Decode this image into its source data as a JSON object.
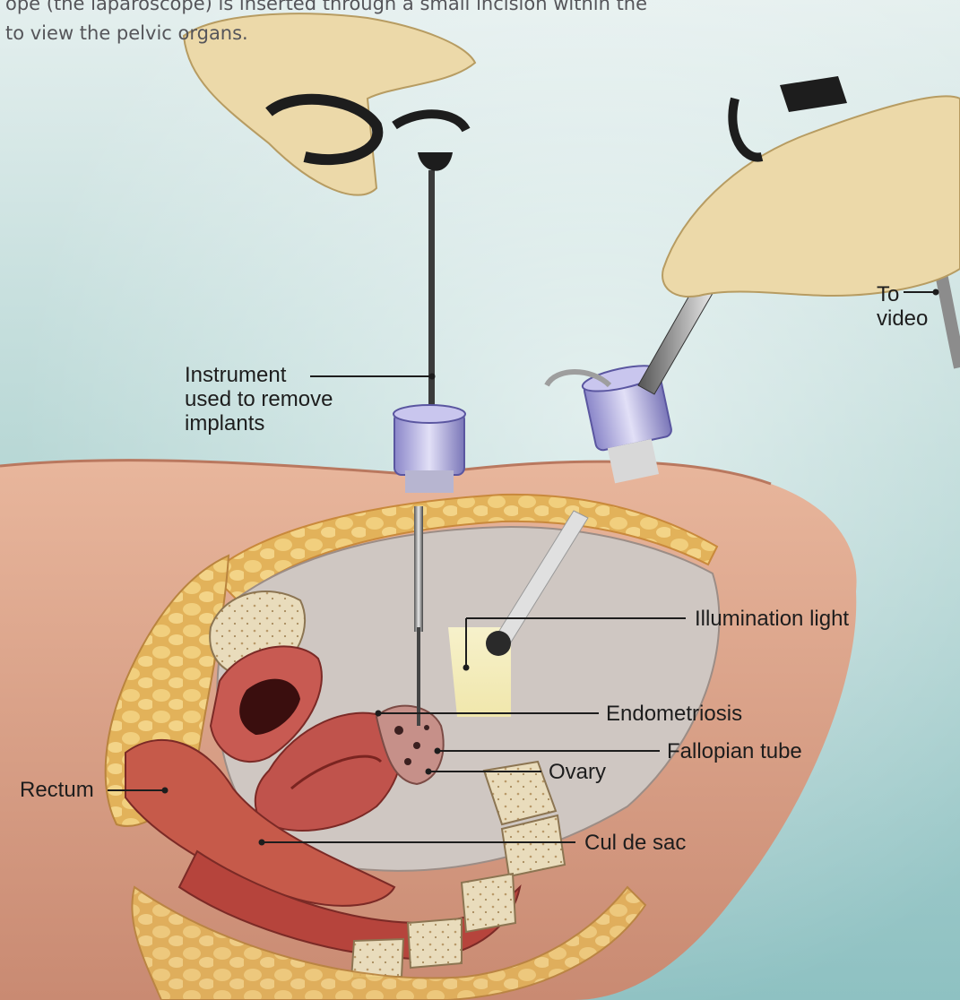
{
  "caption": "ope (the laparoscope) is inserted through a small incision within the\n to view the pelvic organs.",
  "labels": {
    "instrument": "Instrument\nused to remove\nimplants",
    "to_video": "To\nvideo",
    "illumination": "Illumination light",
    "endometriosis": "Endometriosis",
    "fallopian": "Fallopian tube",
    "ovary": "Ovary",
    "rectum": "Rectum",
    "cul_de_sac": "Cul de sac"
  },
  "colors": {
    "background": "#cfe3e0",
    "skin": "#d9a38a",
    "fat": "#e9c06a",
    "muscle": "#b6443c",
    "bone": "#e7dcc0",
    "glove": "#e9d6a6",
    "light_beam": "#f7f1bf",
    "leader_line": "#1d1d1d"
  }
}
